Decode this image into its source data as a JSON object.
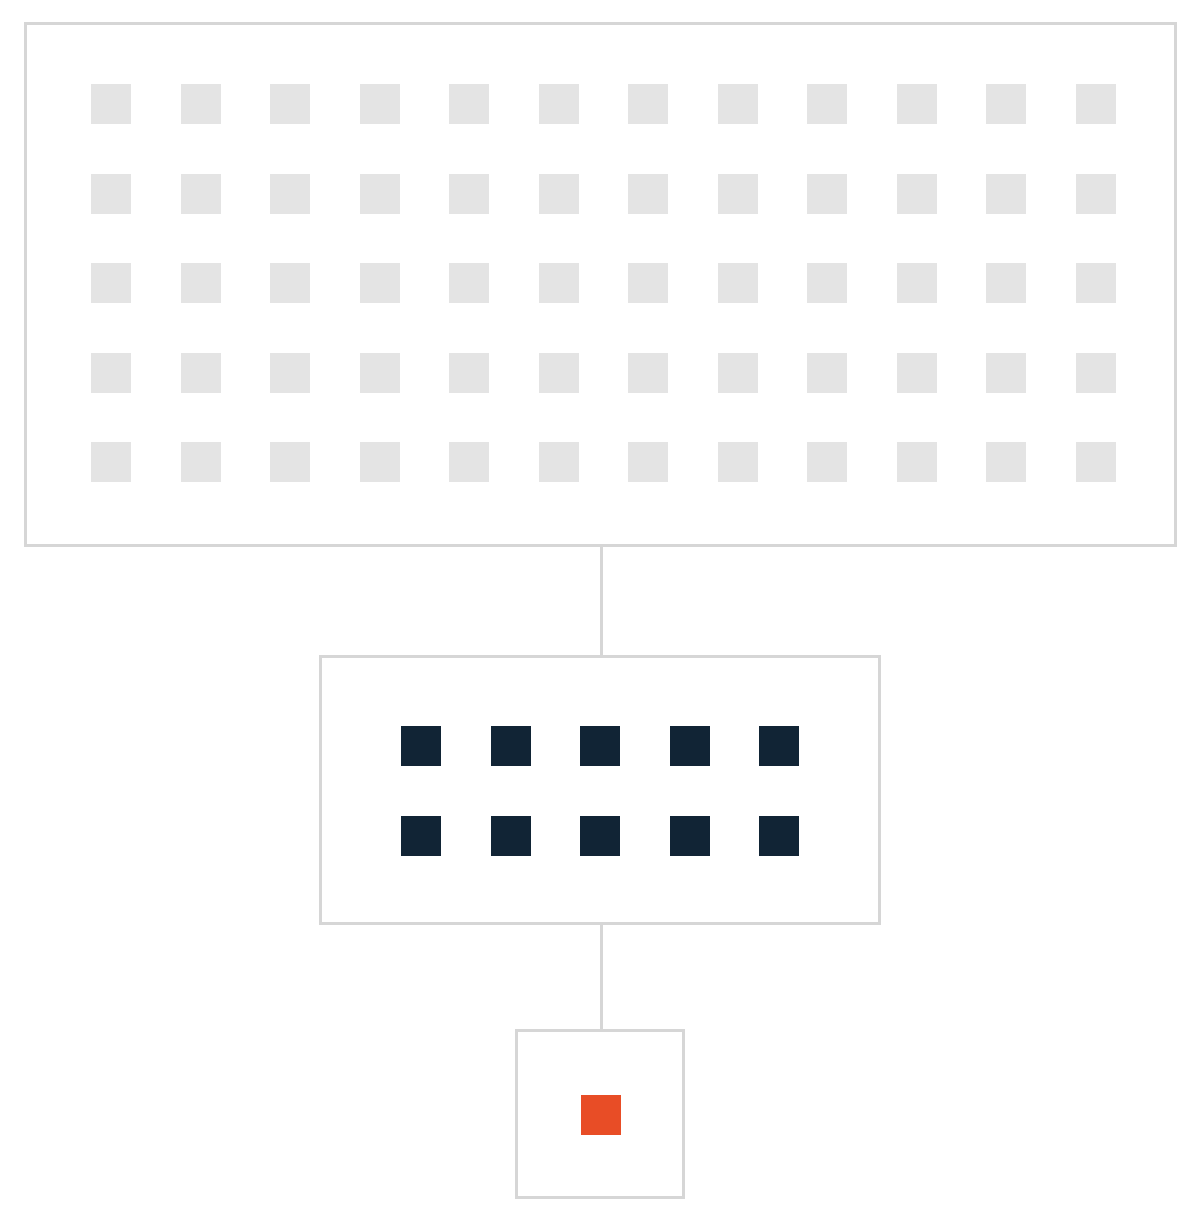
{
  "diagram": {
    "colors": {
      "border": "#d6d6d6",
      "top_cell": "#e4e4e4",
      "middle_cell": "#112435",
      "bottom_cell": "#e84d26"
    },
    "levels": [
      {
        "name": "top",
        "rows": 5,
        "cols": 12,
        "cell_color": "#e4e4e4"
      },
      {
        "name": "middle",
        "rows": 2,
        "cols": 5,
        "cell_color": "#112435"
      },
      {
        "name": "bottom",
        "rows": 1,
        "cols": 1,
        "cell_color": "#e84d26"
      }
    ]
  }
}
